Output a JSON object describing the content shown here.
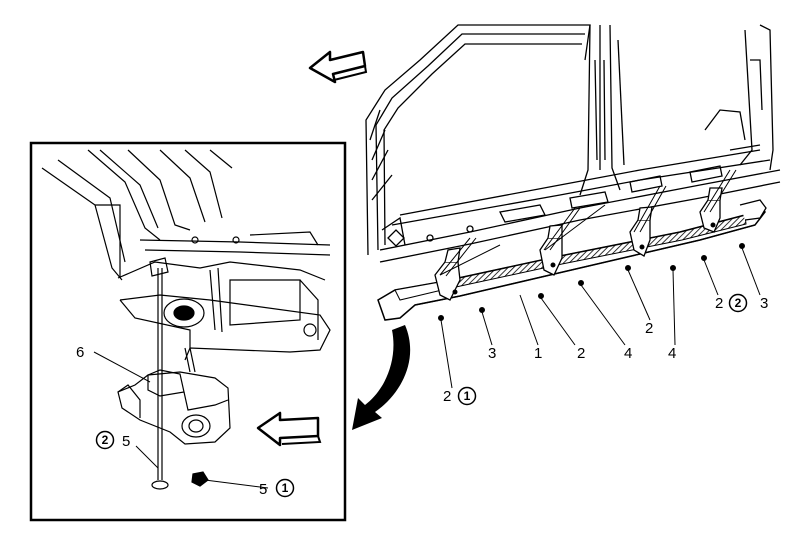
{
  "callouts": {
    "main": {
      "c2_1": "2",
      "c2_1_circle": "1",
      "c3_left": "3",
      "c1": "1",
      "c2_mid": "2",
      "c4_a": "4",
      "c4_b": "4",
      "c2_right": "2",
      "c2_2": "2",
      "c2_2_circle": "2",
      "c3_right": "3"
    },
    "inset": {
      "c6": "6",
      "c2_5_circle": "2",
      "c5_left": "5",
      "c5_bottom": "5",
      "c5_bottom_circle": "1"
    }
  },
  "icons": {
    "direction_arrow_top": "hollow-arrow-left-icon",
    "direction_arrow_inset": "hollow-arrow-left-icon",
    "zoom_arrow": "curved-arrow-icon"
  },
  "colors": {
    "line": "#000000",
    "background": "#ffffff"
  }
}
